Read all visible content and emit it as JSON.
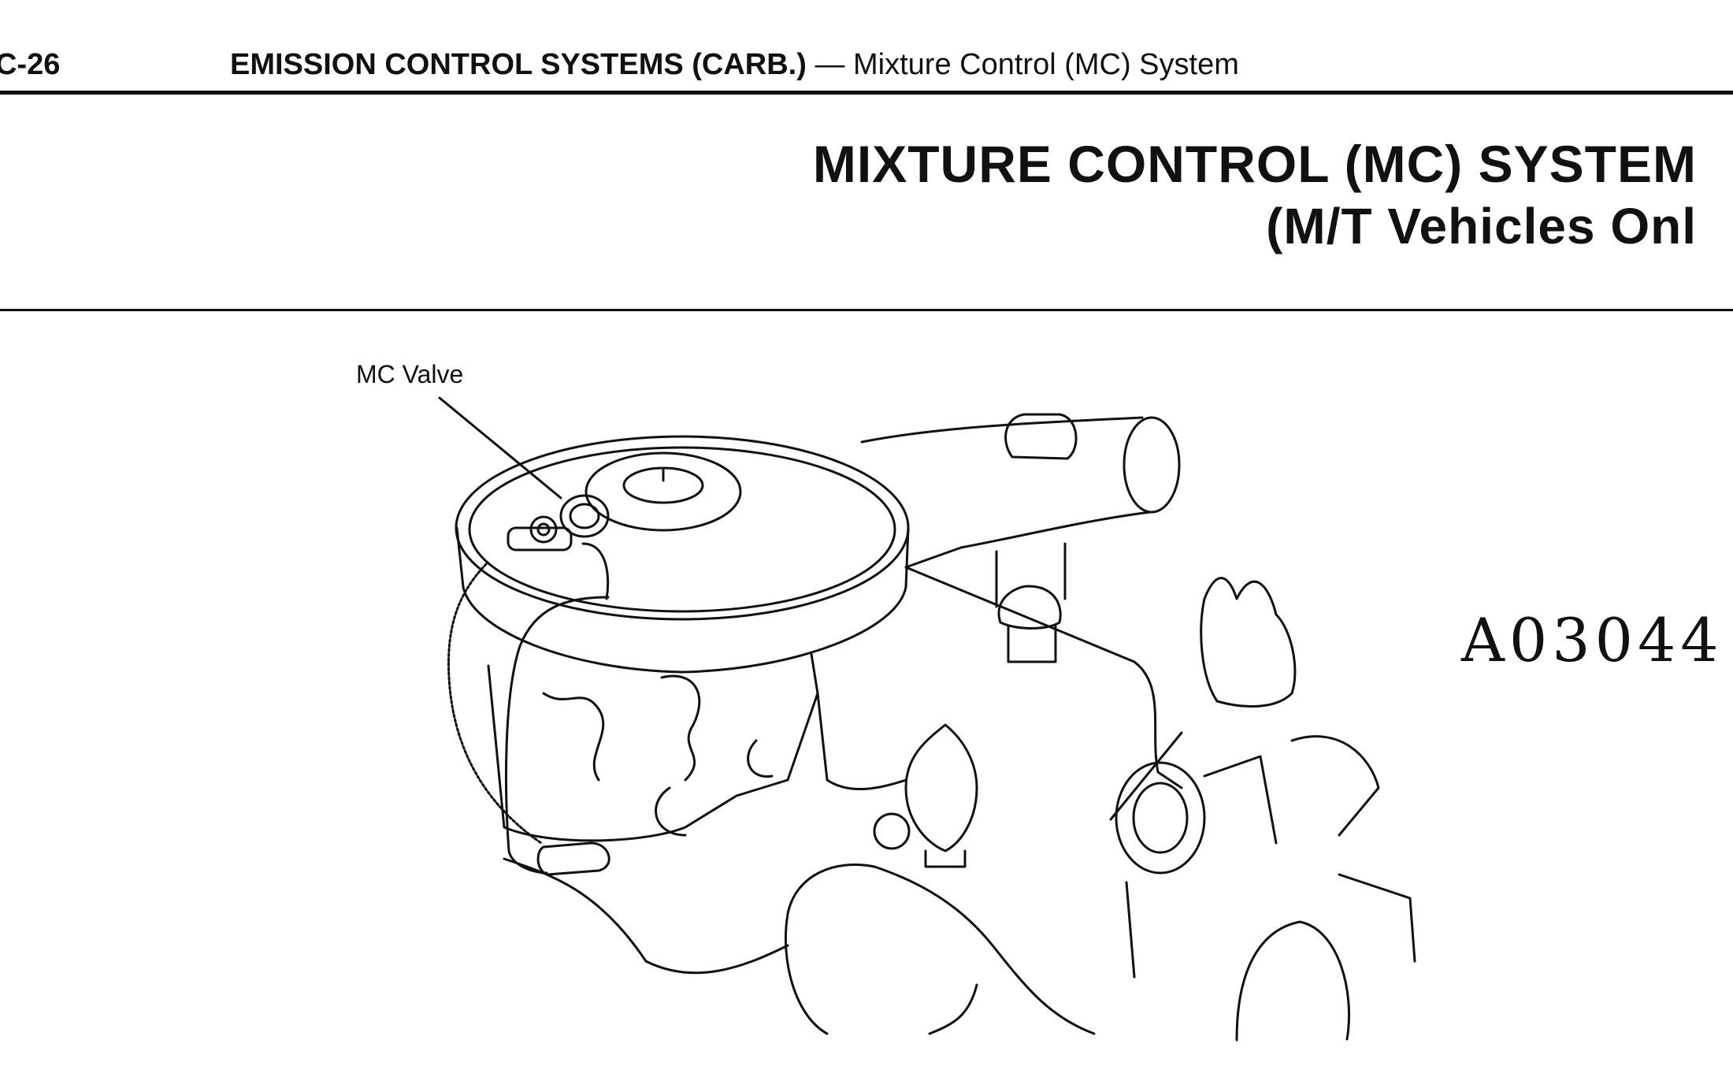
{
  "header": {
    "page_number": "C-26",
    "section_bold": "EMISSION CONTROL SYSTEMS (CARB.)",
    "separator": " — ",
    "section_sub": "Mixture Control (MC) System"
  },
  "title": {
    "line1": "MIXTURE CONTROL (MC) SYSTEM",
    "line2": "(M/T Vehicles Onl"
  },
  "figure": {
    "callout": "MC Valve",
    "figure_code": "A03044",
    "icon": "engine-illustration"
  }
}
